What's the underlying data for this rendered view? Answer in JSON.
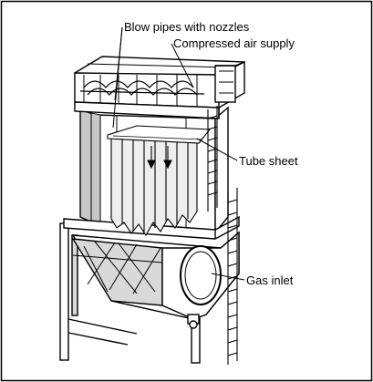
{
  "figure": {
    "labels": {
      "blow_pipes": "Blow pipes with nozzles",
      "compressed_air": "Compressed air supply",
      "tube_sheet": "Tube sheet",
      "gas_inlet": "Gas inlet"
    }
  },
  "colors": {
    "ink": "#000000",
    "panel_shade": "#c8c8c8",
    "bag_fill": "#eeeeee",
    "hopper_shade": "#d9d9d9",
    "background": "#ffffff"
  }
}
